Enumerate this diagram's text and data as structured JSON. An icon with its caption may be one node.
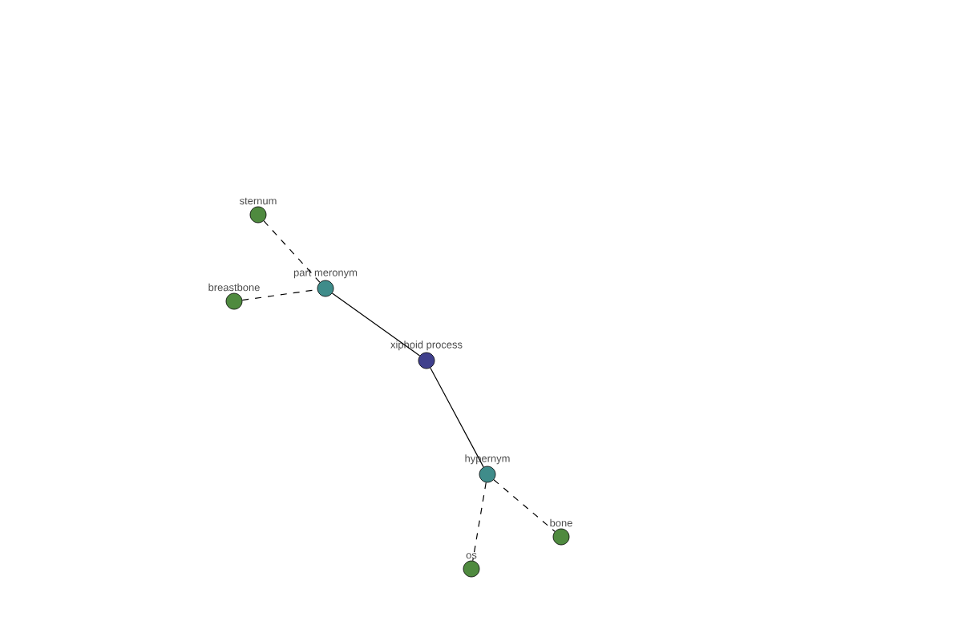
{
  "diagram": {
    "nodes": [
      {
        "text": [
          "sternum"
        ]
      },
      {
        "text": [
          "breastbone"
        ]
      },
      {
        "text": [
          "part meronym"
        ]
      },
      {
        "text": [
          "xiphoid process"
        ]
      },
      {
        "text": [
          "hypernym"
        ]
      },
      {
        "text": [
          "os"
        ]
      },
      {
        "text": [
          "bone"
        ]
      }
    ],
    "edges": [
      {
        "from": 0,
        "to": 2,
        "arrow": "none",
        "style": "dashed"
      },
      {
        "from": 1,
        "to": 2,
        "arrow": "none",
        "style": "dashed"
      },
      {
        "from": 2,
        "to": 3,
        "arrow": "none"
      },
      {
        "from": 3,
        "to": 4,
        "arrow": "none"
      },
      {
        "from": 4,
        "to": 5,
        "arrow": "none",
        "style": "dashed"
      },
      {
        "from": 4,
        "to": 6,
        "arrow": "none",
        "style": "dashed"
      }
    ]
  }
}
